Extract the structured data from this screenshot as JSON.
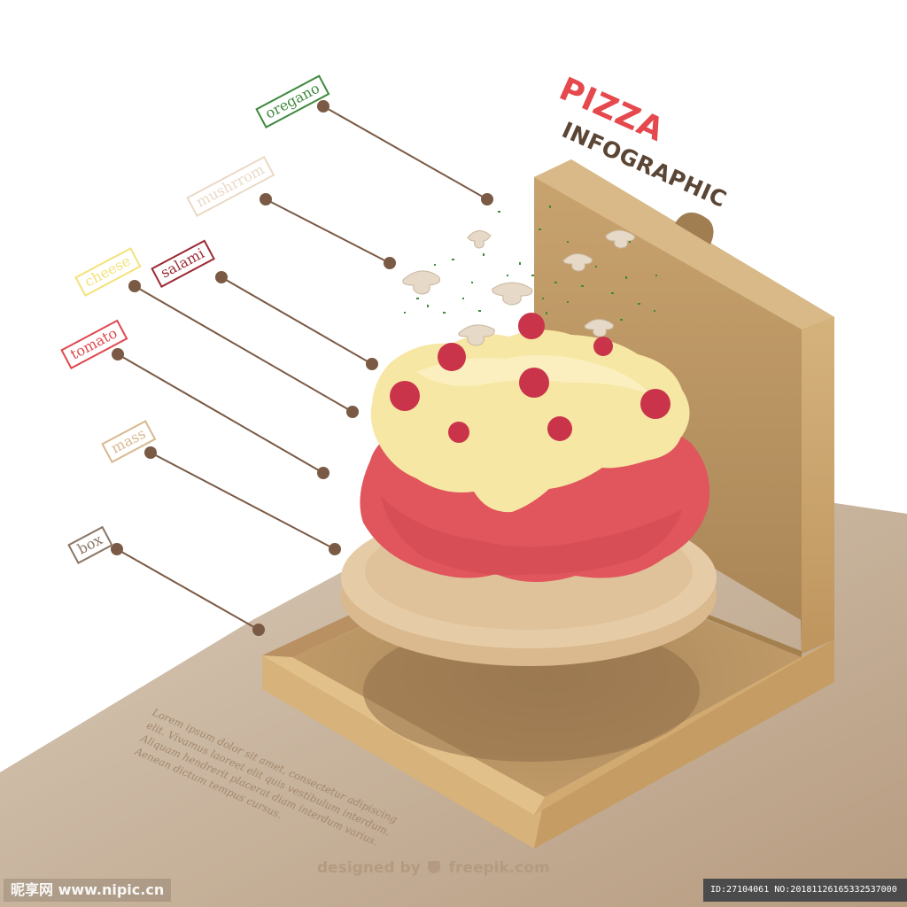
{
  "title": {
    "line1": "PIZZA",
    "line2": "INFOGRAPHIC"
  },
  "labels": [
    {
      "id": "oregano",
      "text": "oregano",
      "color": "#3e8a3e"
    },
    {
      "id": "mushroom",
      "text": "mushrrom",
      "color": "#ead9c6"
    },
    {
      "id": "cheese",
      "text": "cheese",
      "color": "#f3e27a"
    },
    {
      "id": "salami",
      "text": "salami",
      "color": "#9c2b35"
    },
    {
      "id": "tomato",
      "text": "tomato",
      "color": "#e0484d"
    },
    {
      "id": "mass",
      "text": "mass",
      "color": "#d8b88f"
    },
    {
      "id": "box",
      "text": "box",
      "color": "#8a7665"
    }
  ],
  "body_text": "Lorem ipsum dolor sit amet, consectetur adipiscing elit. Vivamus laoreet elit quis vestibulum interdum. Aliquam hendrerit placerat diam interdum varius. Aenean dictum tempus cursus.",
  "credit": {
    "prefix": "designed by",
    "brand": "freepik.com"
  },
  "watermark": {
    "left": "昵享网 www.nipic.cn",
    "right": "ID:27104061 NO:20181126165332537000"
  },
  "colors": {
    "title_red": "#e5484d",
    "title_brown": "#5b4636",
    "box_cardboard": "#c49a62",
    "floor": "#c9b8a3",
    "dough": "#e2c7a1",
    "sauce": "#e0565c",
    "cheese": "#f7e7a4",
    "salami": "#c9344a",
    "oregano": "#3e8a3e",
    "mushroom": "#e6d9c8",
    "leader_line": "#7a5a44"
  }
}
